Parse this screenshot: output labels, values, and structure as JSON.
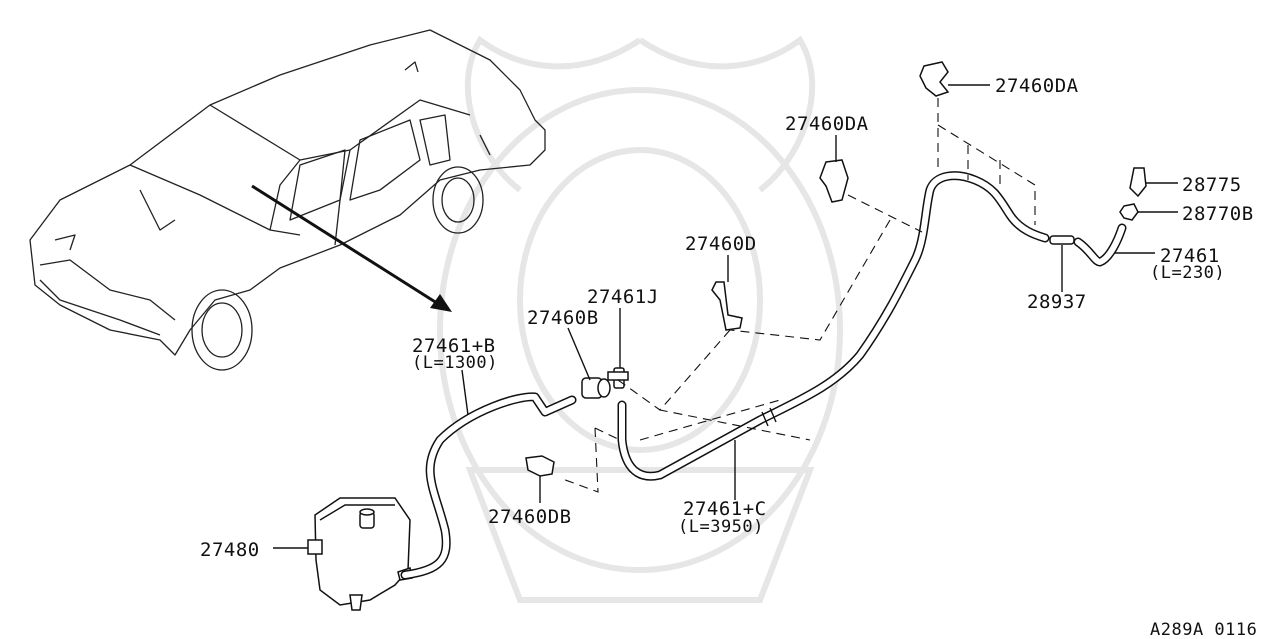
{
  "diagram_id": "A289A 0116",
  "labels": {
    "p27460DA_top": "27460DA",
    "p27460DA_mid": "27460DA",
    "p28775": "28775",
    "p28770B": "28770B",
    "p27461": "27461",
    "p27461_len": "(L=230)",
    "p28937": "28937",
    "p27460D": "27460D",
    "p27461J": "27461J",
    "p27460B": "27460B",
    "p27461B": "27461+B",
    "p27461B_len": "(L=1300)",
    "p27460DB": "27460DB",
    "p27461C": "27461+C",
    "p27461C_len": "(L=3950)",
    "p27480": "27480"
  }
}
